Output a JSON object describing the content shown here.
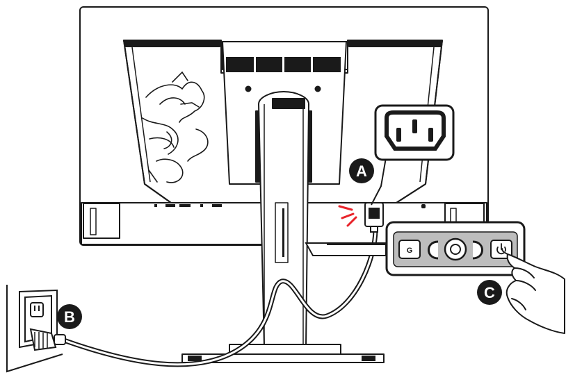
{
  "callouts": {
    "a": "A",
    "b": "B",
    "c": "C"
  },
  "colors": {
    "ink": "#1a1a1a",
    "fill_light": "#ffffff",
    "button_panel": "#bdbdbd",
    "indicator": "#e8232a"
  },
  "icons": {
    "monitor": "monitor-rear-view-icon",
    "stand": "stand-icon",
    "dragon": "dragon-logo-icon",
    "ac_socket": "ac-power-socket-icon",
    "wall_outlet": "wall-outlet-icon",
    "plug": "power-plug-icon",
    "hand": "hand-pressing-icon",
    "power": "power-icon"
  }
}
